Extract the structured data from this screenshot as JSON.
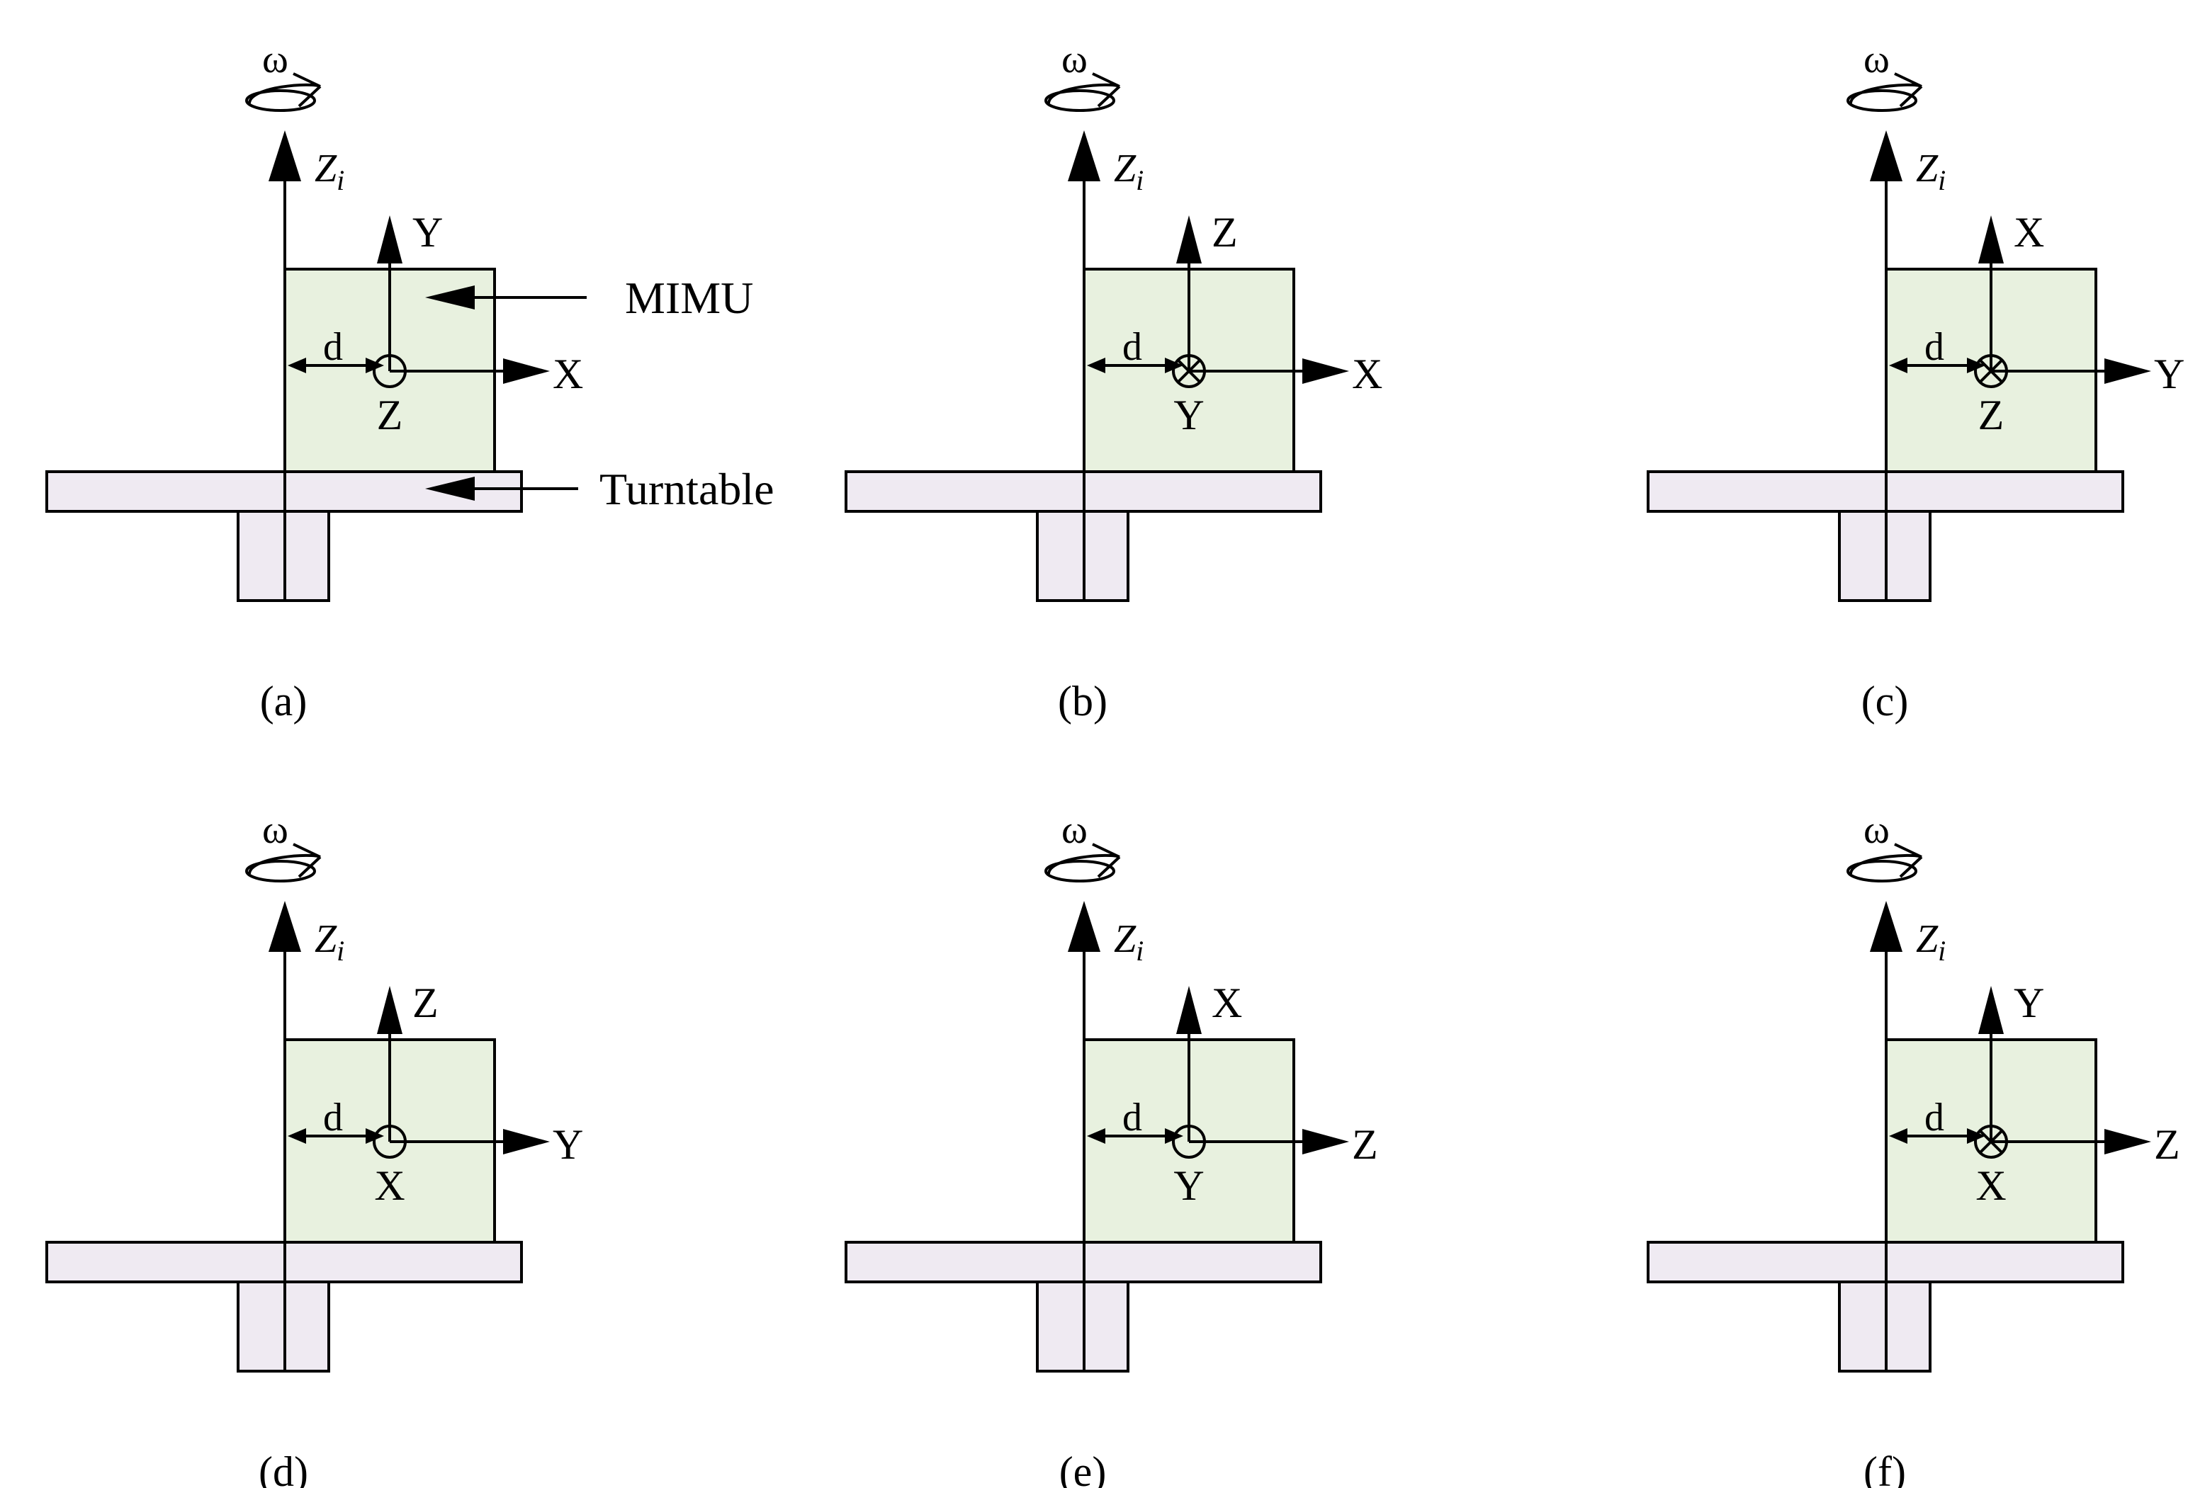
{
  "colors": {
    "mimu_fill": "#e8f1df",
    "turntable_fill": "#efeaf2",
    "stroke": "#000000"
  },
  "labels": {
    "omega": "ω",
    "zi_main": "Z",
    "zi_sub": "i",
    "d": "d",
    "mimu": "MIMU",
    "turntable": "Turntable"
  },
  "panels": [
    {
      "caption": "(a)",
      "up": "Y",
      "right": "X",
      "center": "Z",
      "marker": "dot"
    },
    {
      "caption": "(b)",
      "up": "Z",
      "right": "X",
      "center": "Y",
      "marker": "cross"
    },
    {
      "caption": "(c)",
      "up": "X",
      "right": "Y",
      "center": "Z",
      "marker": "cross"
    },
    {
      "caption": "(d)",
      "up": "Z",
      "right": "Y",
      "center": "X",
      "marker": "dot"
    },
    {
      "caption": "(e)",
      "up": "X",
      "right": "Z",
      "center": "Y",
      "marker": "dot"
    },
    {
      "caption": "(f)",
      "up": "Y",
      "right": "Z",
      "center": "X",
      "marker": "cross"
    }
  ]
}
